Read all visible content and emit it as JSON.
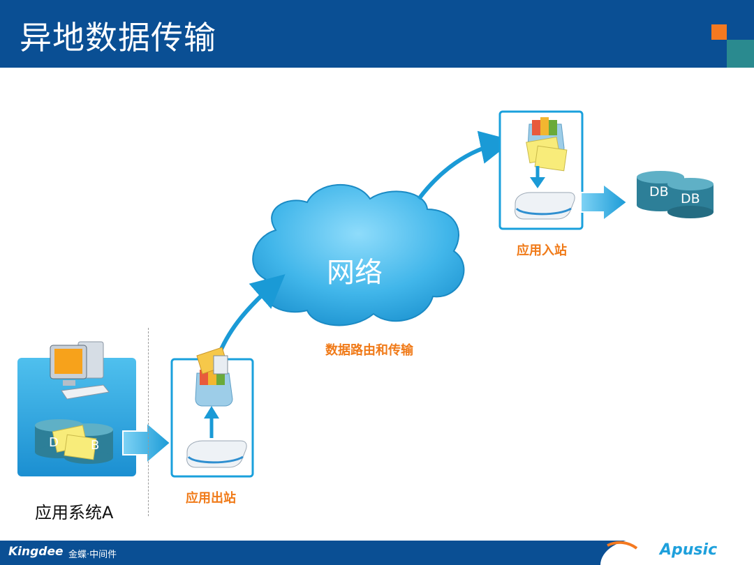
{
  "header": {
    "title": "异地数据传输"
  },
  "cloud": {
    "label": "网络"
  },
  "labels": {
    "outbound": "应用出站",
    "inbound": "应用入站",
    "routing": "数据路由和传输",
    "system_a": "应用系统A"
  },
  "db": {
    "label_left": "DB",
    "label_right": "DB",
    "box_label_left": "D",
    "box_label_right": "B"
  },
  "footer": {
    "brand": "Kingdee",
    "brand_sub": "金蝶·中间件",
    "product": "Apusic"
  },
  "colors": {
    "header": "#0a4f94",
    "accent_orange": "#f07a18",
    "cloud_blue": "#3cb4e6",
    "arrow_blue": "#1a9ad6",
    "db_teal": "#2d7f98"
  }
}
